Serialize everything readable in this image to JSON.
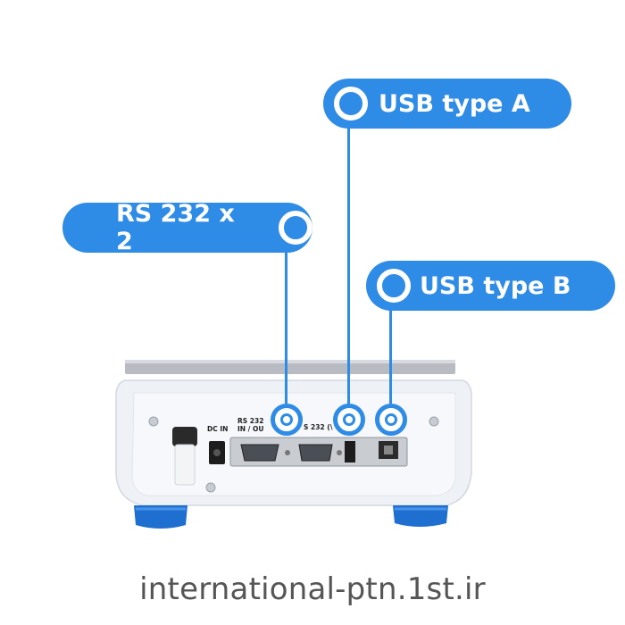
{
  "callouts": {
    "rs232": "RS 232 x 2",
    "usb_a": "USB type A",
    "usb_b": "USB type B"
  },
  "panel_labels": {
    "dc_in": "DC IN",
    "rs232_inout_line1": "RS 232",
    "rs232_inout_line2": "IN / OU",
    "rs232_second": "S 232 (\\"
  },
  "footer": "international-ptn.1st.ir",
  "colors": {
    "accent": "#2e8be6",
    "device_body": "#eef1f6",
    "feet": "#1f6fd1"
  }
}
